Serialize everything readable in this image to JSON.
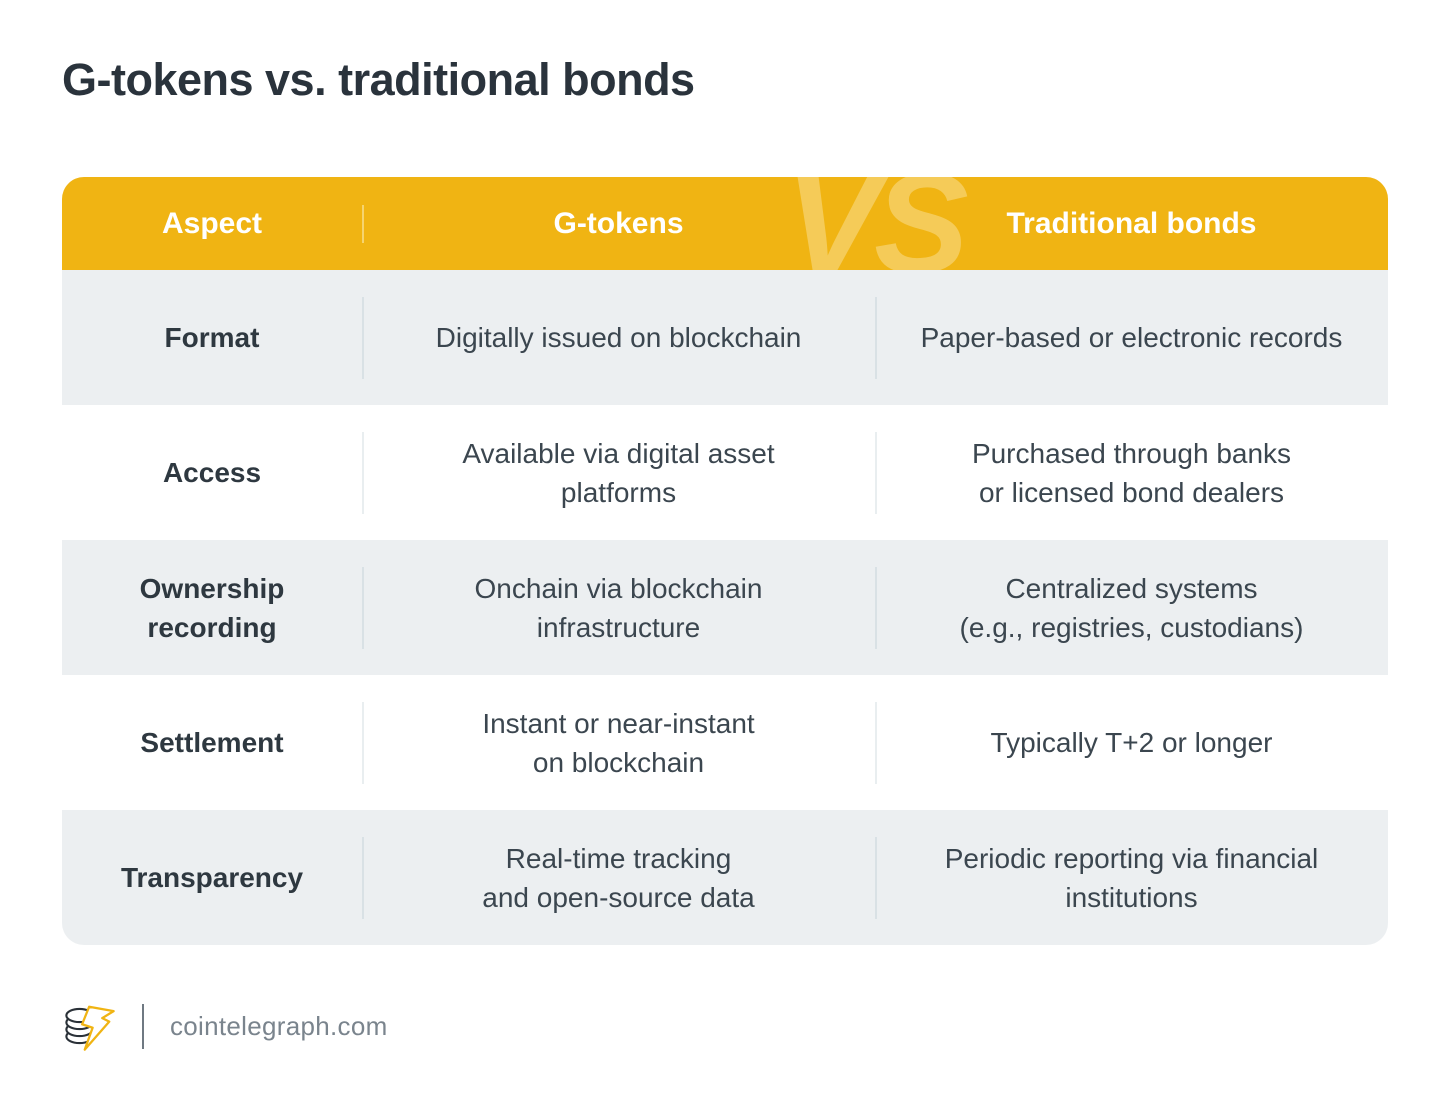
{
  "title": "G-tokens vs. traditional bonds",
  "table": {
    "watermark": "VS",
    "header": {
      "aspect": "Aspect",
      "g_tokens": "G-tokens",
      "traditional": "Traditional bonds"
    },
    "rows": [
      {
        "aspect": "Format",
        "g_tokens": "Digitally issued on blockchain",
        "traditional": "Paper-based or electronic records"
      },
      {
        "aspect": "Access",
        "g_tokens": "Available via digital asset\nplatforms",
        "traditional": "Purchased through banks\nor licensed bond dealers"
      },
      {
        "aspect": "Ownership\nrecording",
        "g_tokens": "Onchain via blockchain\ninfrastructure",
        "traditional": "Centralized systems\n(e.g., registries, custodians)"
      },
      {
        "aspect": "Settlement",
        "g_tokens": "Instant or near-instant\non blockchain",
        "traditional": "Typically T+2 or longer"
      },
      {
        "aspect": "Transparency",
        "g_tokens": "Real-time tracking\nand open-source data",
        "traditional": "Periodic reporting via financial\ninstitutions"
      }
    ]
  },
  "footer": {
    "site": "cointelegraph.com",
    "logo": "cointelegraph-coin-bolt-logo"
  },
  "colors": {
    "header_yellow": "#f0b413",
    "watermark_yellow": "#f5cb58",
    "row_gray": "#eceff1",
    "row_white": "#ffffff",
    "heading_text": "#2a333c",
    "cell_text": "#3b464f",
    "footer_text": "#7a848d"
  },
  "chart_data": {
    "type": "table",
    "title": "G-tokens vs. traditional bonds",
    "columns": [
      "Aspect",
      "G-tokens",
      "Traditional bonds"
    ],
    "rows": [
      [
        "Format",
        "Digitally issued on blockchain",
        "Paper-based or electronic records"
      ],
      [
        "Access",
        "Available via digital asset platforms",
        "Purchased through banks or licensed bond dealers"
      ],
      [
        "Ownership recording",
        "Onchain via blockchain infrastructure",
        "Centralized systems (e.g., registries, custodians)"
      ],
      [
        "Settlement",
        "Instant or near-instant on blockchain",
        "Typically T+2 or longer"
      ],
      [
        "Transparency",
        "Real-time tracking and open-source data",
        "Periodic reporting via financial institutions"
      ]
    ]
  }
}
